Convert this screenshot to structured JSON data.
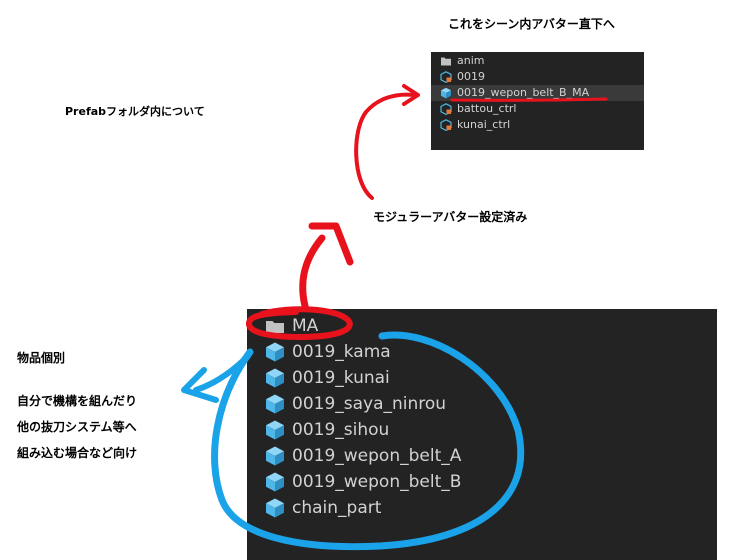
{
  "annotations": {
    "top_instruction": "これをシーン内アバター直下へ",
    "prefab_heading": "Prefabフォルダ内について",
    "modular_note": "モジュラーアバター設定済み",
    "individual_label": "物品個別",
    "individual_desc": [
      "自分で機構を組んだり",
      "他の抜刀システム等へ",
      "組み込む場合など向け"
    ]
  },
  "top_panel": {
    "items": [
      {
        "label": "anim",
        "icon": "folder-icon"
      },
      {
        "label": "0019",
        "icon": "prefab-variant-icon"
      },
      {
        "label": "0019_wepon_belt_B_MA",
        "icon": "prefab-icon",
        "selected": true
      },
      {
        "label": "battou_ctrl",
        "icon": "prefab-variant-icon"
      },
      {
        "label": "kunai_ctrl",
        "icon": "prefab-variant-icon"
      }
    ]
  },
  "bottom_panel": {
    "items": [
      {
        "label": "MA",
        "icon": "folder-icon"
      },
      {
        "label": "0019_kama",
        "icon": "prefab-icon"
      },
      {
        "label": "0019_kunai",
        "icon": "prefab-icon"
      },
      {
        "label": "0019_saya_ninrou",
        "icon": "prefab-icon"
      },
      {
        "label": "0019_sihou",
        "icon": "prefab-icon"
      },
      {
        "label": "0019_wepon_belt_A",
        "icon": "prefab-icon"
      },
      {
        "label": "0019_wepon_belt_B",
        "icon": "prefab-icon"
      },
      {
        "label": "chain_part",
        "icon": "prefab-icon"
      }
    ]
  },
  "colors": {
    "panel_bg": "#232323",
    "panel_text": "#d2d2d2",
    "selection_bg": "#3a3a3a",
    "prefab_blue": "#4fb6e8",
    "variant_orange": "#e07b3c",
    "red_markup": "#e8121c",
    "blue_markup": "#1aa3e8"
  }
}
